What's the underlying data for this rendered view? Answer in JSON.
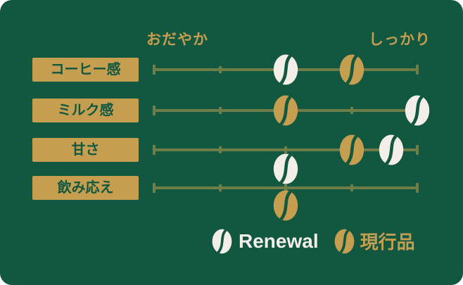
{
  "colors": {
    "background": "#125740",
    "gold": "#C59E4F",
    "line": "#6F7E49",
    "offwhite": "#F4EEE8",
    "page_outside": "#FFFFFF"
  },
  "header": {
    "left_label": "おだやか",
    "right_label": "しっかり"
  },
  "chart_data": {
    "type": "scatter",
    "title": "",
    "categories": [
      "コーヒー感",
      "ミルク感",
      "甘さ",
      "飲み応え"
    ],
    "axis": {
      "left_label": "おだやか",
      "right_label": "しっかり",
      "min": 1,
      "max": 5,
      "tick_count": 5,
      "grid": false
    },
    "series": [
      {
        "name": "Renewal",
        "marker": "coffee-bean",
        "color": "#F4EEE8",
        "values": [
          3,
          5,
          4.6,
          3
        ]
      },
      {
        "name": "現行品",
        "marker": "coffee-bean",
        "color": "#C59E4F",
        "values": [
          4,
          3,
          4,
          3
        ]
      }
    ],
    "stacked_rows": [
      3
    ],
    "legend_position": "bottom-center"
  },
  "legend": {
    "renewal_label": "Renewal",
    "current_label": "現行品"
  }
}
